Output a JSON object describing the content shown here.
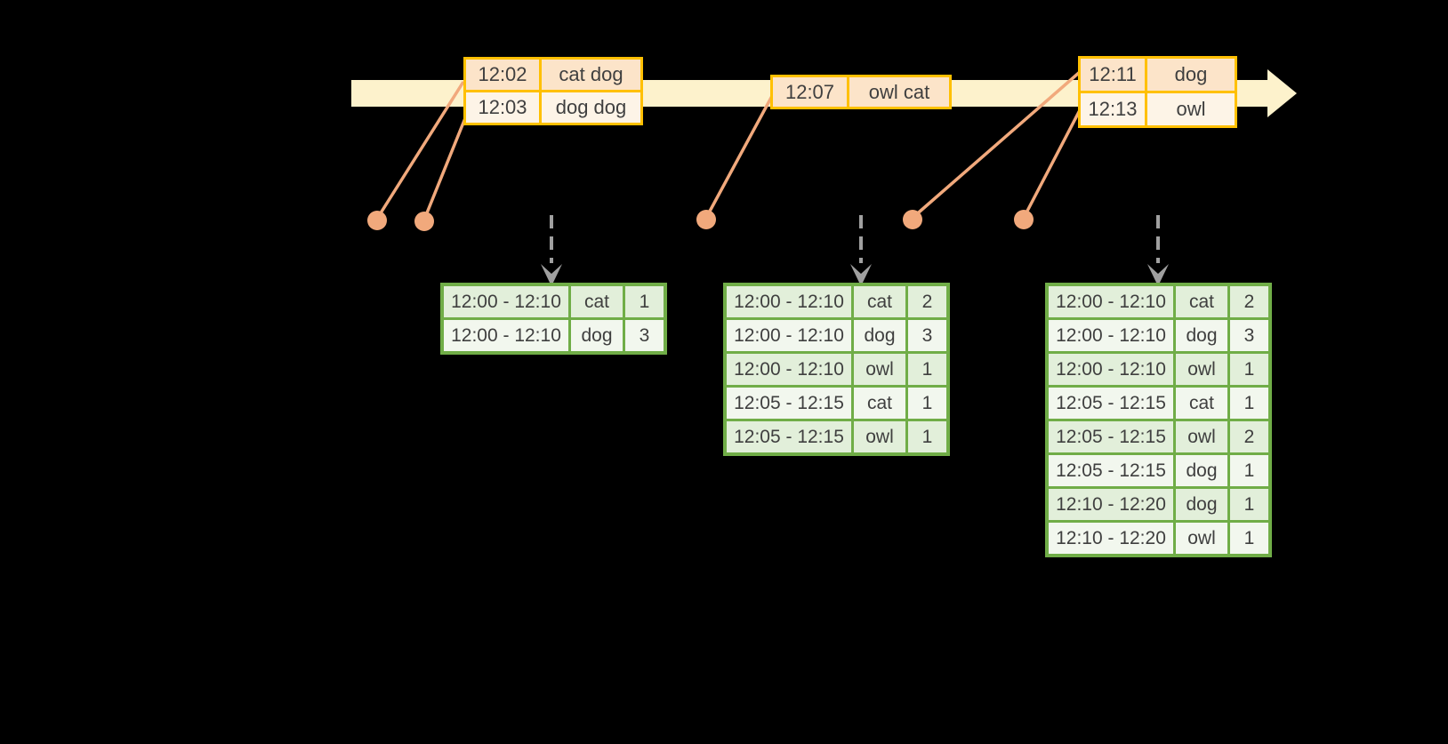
{
  "colors": {
    "timeline_fill": "#FDF2CC",
    "event_border": "#FFC000",
    "event_row_dark": "#FCE4C9",
    "event_row_light": "#FDF4E7",
    "connector_orange": "#F1A97C",
    "trigger_arrow_gray": "#A0A0A0",
    "result_border": "#70AD47",
    "result_row_dark": "#E2EFDA",
    "result_row_light": "#F2F7EE",
    "text": "#3F3F3F",
    "background": "#000000"
  },
  "event_tables": [
    {
      "rows": [
        {
          "time": "12:02",
          "words": "cat dog"
        },
        {
          "time": "12:03",
          "words": "dog dog"
        }
      ]
    },
    {
      "rows": [
        {
          "time": "12:07",
          "words": "owl cat"
        }
      ]
    },
    {
      "rows": [
        {
          "time": "12:11",
          "words": "dog"
        },
        {
          "time": "12:13",
          "words": "owl"
        }
      ]
    }
  ],
  "result_tables": [
    {
      "rows": [
        {
          "window": "12:00 - 12:10",
          "word": "cat",
          "count": "1"
        },
        {
          "window": "12:00 - 12:10",
          "word": "dog",
          "count": "3"
        }
      ]
    },
    {
      "rows": [
        {
          "window": "12:00 - 12:10",
          "word": "cat",
          "count": "2"
        },
        {
          "window": "12:00 - 12:10",
          "word": "dog",
          "count": "3"
        },
        {
          "window": "12:00 - 12:10",
          "word": "owl",
          "count": "1"
        },
        {
          "window": "12:05 - 12:15",
          "word": "cat",
          "count": "1"
        },
        {
          "window": "12:05 - 12:15",
          "word": "owl",
          "count": "1"
        }
      ]
    },
    {
      "rows": [
        {
          "window": "12:00 - 12:10",
          "word": "cat",
          "count": "2"
        },
        {
          "window": "12:00 - 12:10",
          "word": "dog",
          "count": "3"
        },
        {
          "window": "12:00 - 12:10",
          "word": "owl",
          "count": "1"
        },
        {
          "window": "12:05 - 12:15",
          "word": "cat",
          "count": "1"
        },
        {
          "window": "12:05 - 12:15",
          "word": "owl",
          "count": "2"
        },
        {
          "window": "12:05 - 12:15",
          "word": "dog",
          "count": "1"
        },
        {
          "window": "12:10 - 12:20",
          "word": "dog",
          "count": "1"
        },
        {
          "window": "12:10 - 12:20",
          "word": "owl",
          "count": "1"
        }
      ]
    }
  ]
}
